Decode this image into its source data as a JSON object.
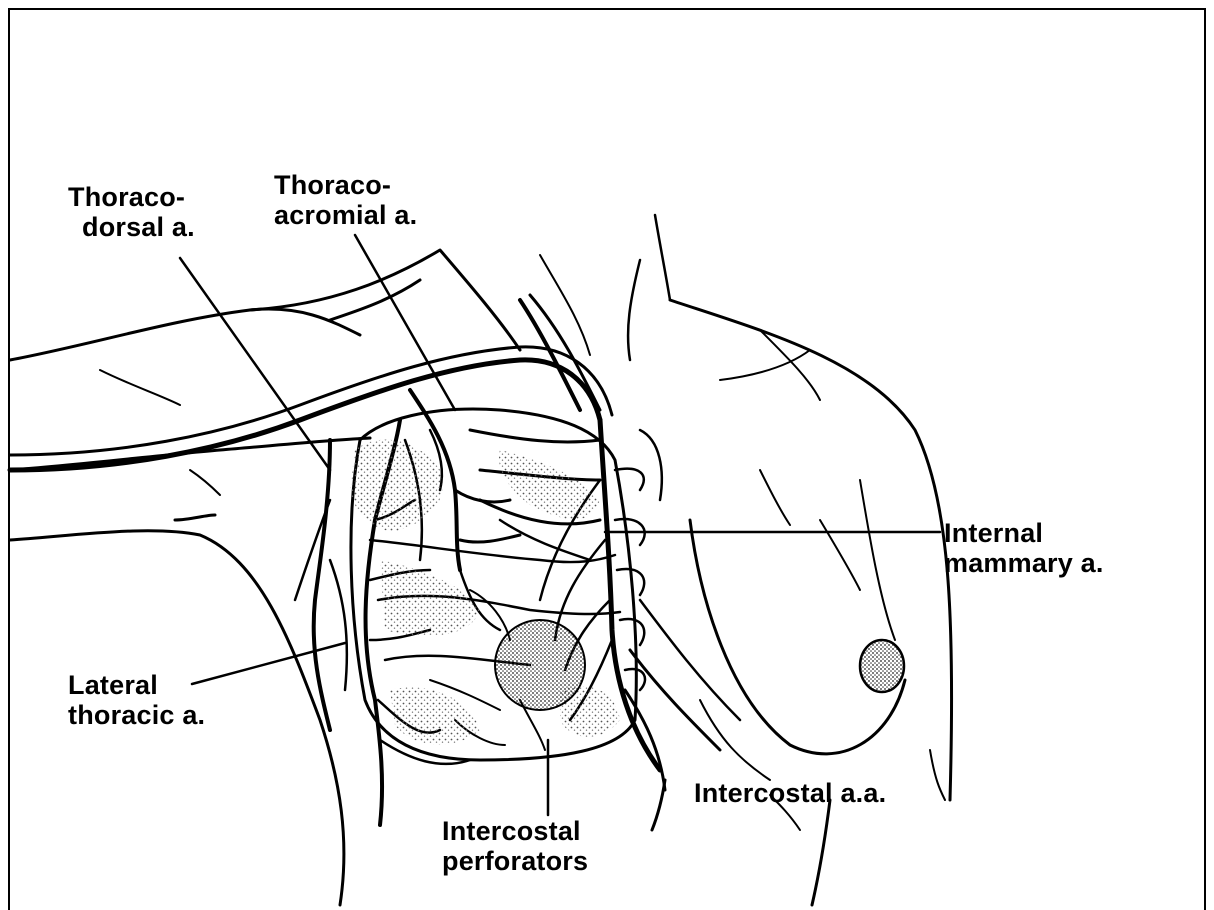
{
  "figure": {
    "labels": {
      "thoracodorsal": [
        "Thoraco-",
        "dorsal a."
      ],
      "thoracoacromial": [
        "Thoraco-",
        "acromial a."
      ],
      "internal_mammary": [
        "Internal",
        "mammary a."
      ],
      "lateral_thoracic": [
        "Lateral",
        "thoracic a."
      ],
      "intercostal_aa": [
        "Intercostal a.a."
      ],
      "intercostal_perforators": [
        "Intercostal",
        "perforators"
      ]
    }
  },
  "colors": {
    "ink": "#000000",
    "background": "#ffffff",
    "stipple": "#7a7a7a"
  }
}
